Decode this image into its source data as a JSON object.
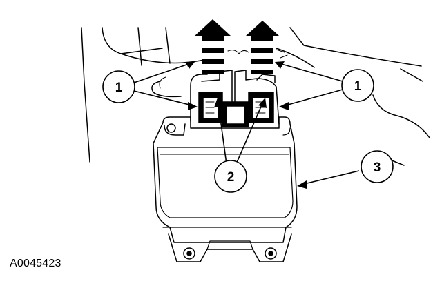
{
  "callouts": {
    "c1_left": "1",
    "c1_right": "1",
    "c2": "2",
    "c3": "3"
  },
  "figure_id": "A0045423",
  "colors": {
    "ink": "#000000",
    "paper": "#ffffff"
  }
}
